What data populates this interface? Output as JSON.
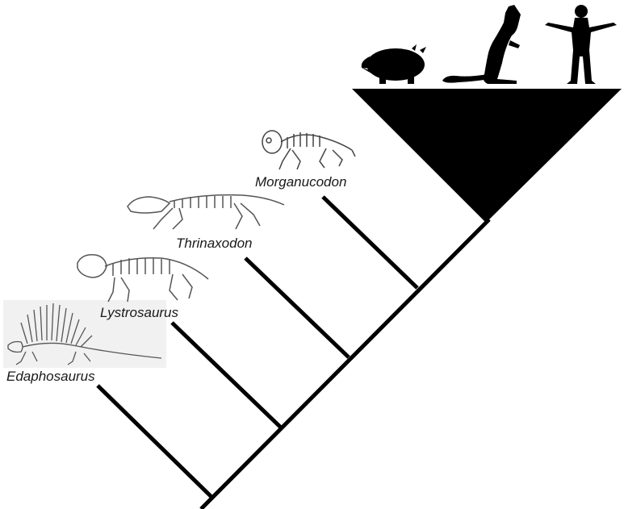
{
  "cladogram": {
    "taxa": [
      {
        "key": "edaphosaurus",
        "label": "Edaphosaurus"
      },
      {
        "key": "lystrosaurus",
        "label": "Lystrosaurus"
      },
      {
        "key": "thrinaxodon",
        "label": "Thrinaxodon"
      },
      {
        "key": "morganucodon",
        "label": "Morganucodon"
      }
    ],
    "crown_group": {
      "silhouettes": [
        "echidna-silhouette",
        "kangaroo-silhouette",
        "human-silhouette"
      ]
    }
  }
}
